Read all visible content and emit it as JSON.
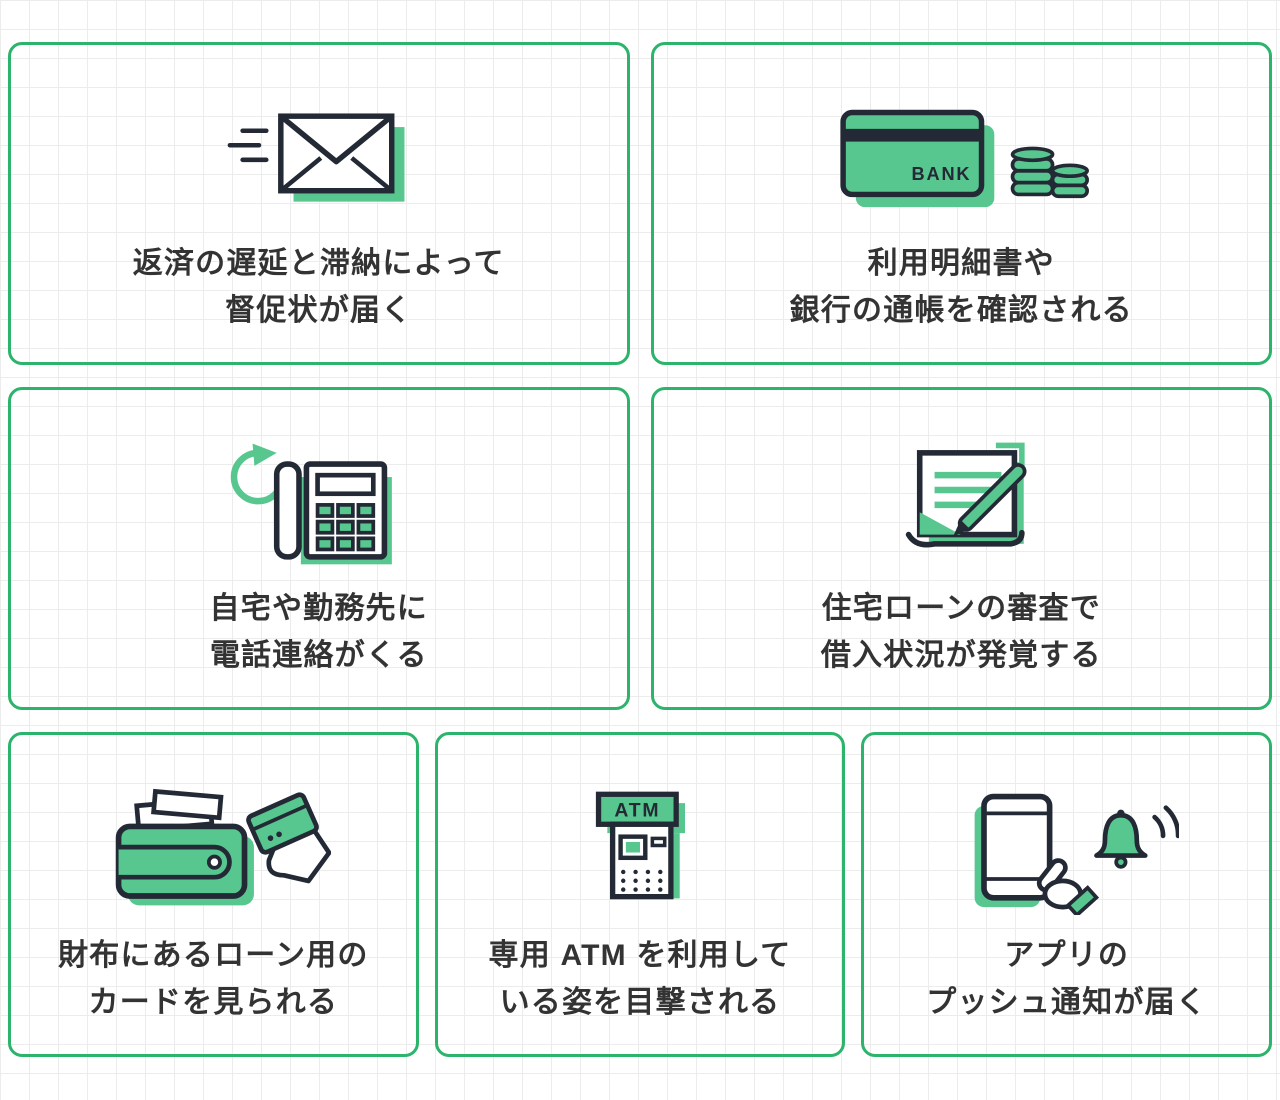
{
  "theme": {
    "accent_green": "#57c68f",
    "card_border_green": "#2cb36c",
    "outline_dark": "#232a35",
    "text_color": "#333333",
    "grid_line_color": "#ececec",
    "background": "#ffffff"
  },
  "cards": [
    {
      "icon": "mail-icon",
      "lines": [
        "返済の遅延と滞納によって",
        "督促状が届く"
      ]
    },
    {
      "icon": "bank-card-coins-icon",
      "bank_label": "BANK",
      "lines": [
        "利用明細書や",
        "銀行の通帳を確認される"
      ]
    },
    {
      "icon": "telephone-icon",
      "lines": [
        "自宅や勤務先に",
        "電話連絡がくる"
      ]
    },
    {
      "icon": "document-pen-icon",
      "lines": [
        "住宅ローンの審査で",
        "借入状況が発覚する"
      ]
    },
    {
      "icon": "wallet-card-icon",
      "lines": [
        "財布にあるローン用の",
        "カードを見られる"
      ]
    },
    {
      "icon": "atm-icon",
      "atm_label": "ATM",
      "lines": [
        "専用 ATM を利用して",
        "いる姿を目撃される"
      ]
    },
    {
      "icon": "smartphone-bell-icon",
      "lines": [
        "アプリの",
        "プッシュ通知が届く"
      ]
    }
  ]
}
